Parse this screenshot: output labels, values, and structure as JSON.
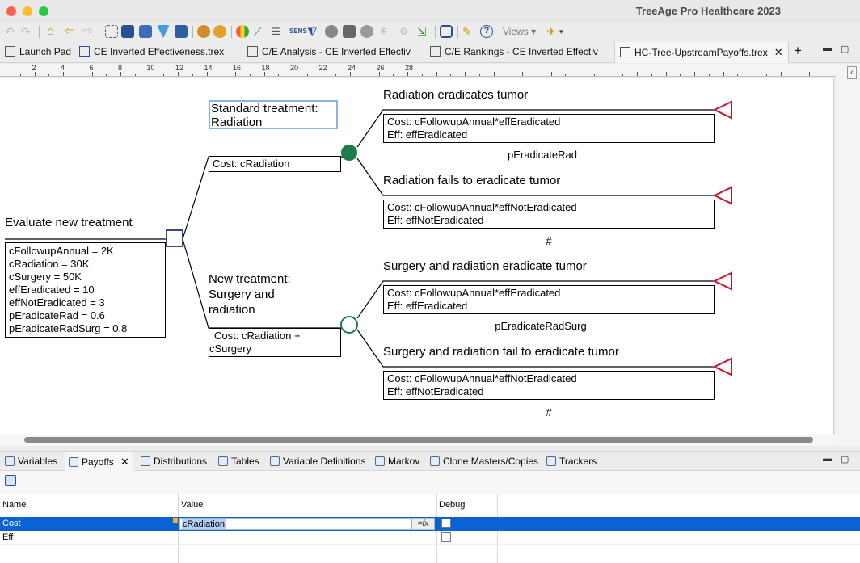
{
  "app": {
    "title": "TreeAge Pro Healthcare 2023"
  },
  "toolbar": {
    "views_label": "Views ▾"
  },
  "tabs": [
    {
      "label": "Launch Pad"
    },
    {
      "label": "CE Inverted Effectiveness.trex"
    },
    {
      "label": "C/E Analysis - CE Inverted Effectiv"
    },
    {
      "label": "C/E Rankings - CE Inverted Effectiv"
    },
    {
      "label": "HC-Tree-UpstreamPayoffs.trex",
      "active": true
    }
  ],
  "ruler": {
    "numbers": [
      "2",
      "4",
      "6",
      "8",
      "10",
      "12",
      "14",
      "16",
      "18",
      "20",
      "22",
      "24",
      "26",
      "28"
    ]
  },
  "tree": {
    "root": {
      "label": "Evaluate new treatment",
      "variables": [
        "cFollowupAnnual = 2K",
        "cRadiation = 30K",
        "cSurgery = 50K",
        "effEradicated = 10",
        "effNotEradicated = 3",
        "pEradicateRad = 0.6",
        "pEradicateRadSurg = 0.8"
      ]
    },
    "branch1": {
      "label_line1": "Standard treatment:",
      "label_line2": "Radiation",
      "payoff": "Cost: cRadiation"
    },
    "branch2": {
      "label_line1": "New treatment:",
      "label_line2": "Surgery and",
      "label_line3": "radiation",
      "payoff_line1": "Cost: cRadiation +",
      "payoff_line2": "cSurgery"
    },
    "outcomes": [
      {
        "label": "Radiation eradicates tumor",
        "cost": "Cost: cFollowupAnnual*effEradicated",
        "eff": "Eff: effEradicated",
        "prob": "pEradicateRad"
      },
      {
        "label": "Radiation fails to eradicate tumor",
        "cost": "Cost: cFollowupAnnual*effNotEradicated",
        "eff": "Eff: effNotEradicated",
        "prob": "#"
      },
      {
        "label": "Surgery and radiation eradicate tumor",
        "cost": "Cost: cFollowupAnnual*effEradicated",
        "eff": "Eff: effEradicated",
        "prob": "pEradicateRadSurg"
      },
      {
        "label": "Surgery and radiation fail to eradicate tumor",
        "cost": "Cost: cFollowupAnnual*effNotEradicated",
        "eff": "Eff: effNotEradicated",
        "prob": "#"
      }
    ]
  },
  "bottom_tabs": [
    {
      "label": "Variables"
    },
    {
      "label": "Payoffs",
      "active": true
    },
    {
      "label": "Distributions"
    },
    {
      "label": "Tables"
    },
    {
      "label": "Variable Definitions"
    },
    {
      "label": "Markov"
    },
    {
      "label": "Clone Masters/Copies"
    },
    {
      "label": "Trackers"
    }
  ],
  "payoffs": {
    "columns": [
      "Name",
      "Value",
      "Debug"
    ],
    "rows": [
      {
        "name": "Cost",
        "value": "cRadiation",
        "selected": true
      },
      {
        "name": "Eff",
        "value": ""
      }
    ],
    "fx_label": "=fx"
  },
  "colors": {
    "selection": "#0a63d4",
    "chance_node": "#1b7c4d",
    "terminal": "#c4172d",
    "decision": "#2c4d8c"
  }
}
